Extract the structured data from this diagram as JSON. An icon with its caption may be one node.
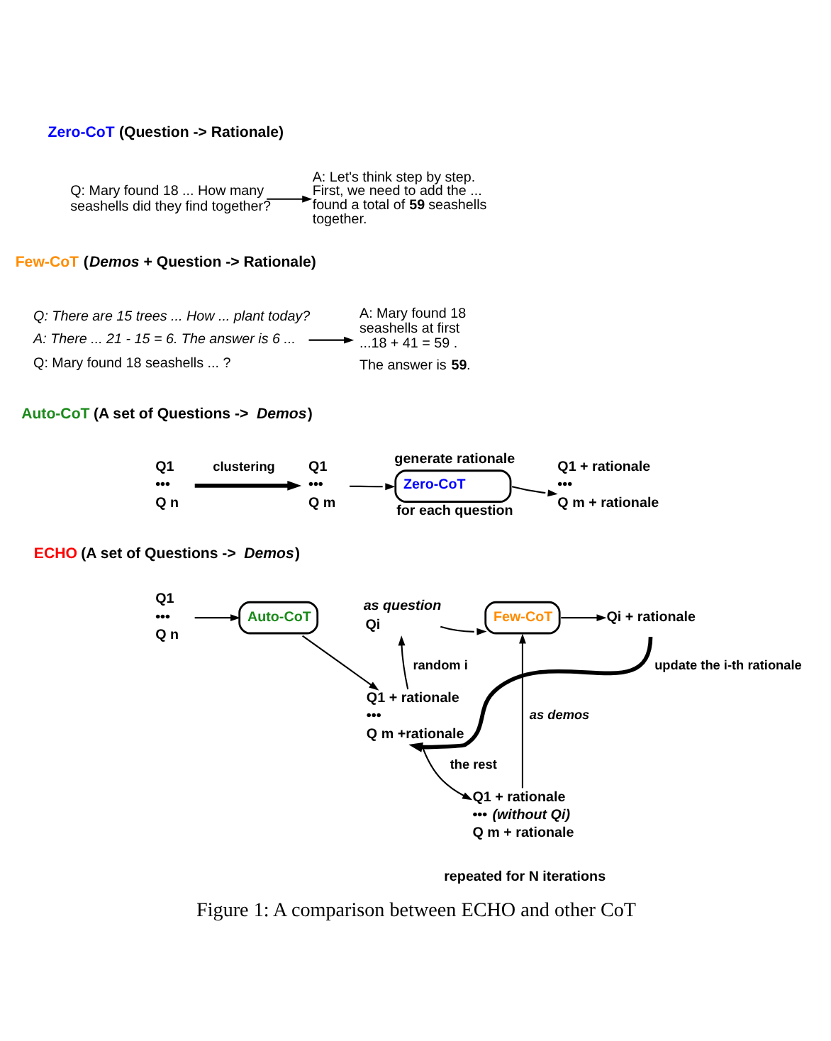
{
  "diagram": {
    "caption": "Figure 1: A comparison between ECHO and other CoT",
    "nodes": [
      {
        "text": [
          "Q: Mary found 18 ... How many seashells did they find together?"
        ]
      },
      {
        "text": [
          "A: Let's think step by step. First, we need to add the ... found a total of **59** seashells together."
        ]
      },
      {
        "text": [
          "Q: There are 15 trees ... How ... plant today?",
          "A: There ... 21 - 15 = 6. The answer is 6 ...",
          "Q: Mary found 18 seashells ... ?"
        ]
      },
      {
        "text": [
          "A: Mary found 18 seashells at first ...18 + 41 = 59 .",
          "The answer is **59**."
        ]
      },
      {
        "text": [
          "Q1",
          "•••",
          "Q n"
        ]
      },
      {
        "text": [
          "Q1",
          "•••",
          "Q m"
        ]
      },
      {
        "text": [
          "Zero-CoT"
        ],
        "beside": [
          "generate rationale",
          "for each question"
        ]
      },
      {
        "text": [
          "Q1 + rationale",
          "•••",
          "Q m + rationale"
        ]
      },
      {
        "text": [
          "Q1",
          "•••",
          "Q n"
        ]
      },
      {
        "text": [
          "Auto-CoT"
        ]
      },
      {
        "text": [
          "Q1 + rationale",
          "•••",
          "Q m +rationale"
        ]
      },
      {
        "text": [
          "Qi"
        ],
        "beside": [
          "as question"
        ]
      },
      {
        "text": [
          "Few-CoT"
        ]
      },
      {
        "text": [
          "Qi + rationale"
        ]
      },
      {
        "text": [
          "Q1 + rationale",
          "••• *(without Qi)*",
          "Q m + rationale"
        ]
      }
    ],
    "edges": [
      {
        "from": 0,
        "to": 1,
        "arrow": "to"
      },
      {
        "from": 2,
        "to": 3,
        "arrow": "to"
      },
      {
        "from": 4,
        "to": 5,
        "arrow": "to",
        "label": "clustering",
        "style": "thick"
      },
      {
        "from": 5,
        "to": 6,
        "arrow": "to"
      },
      {
        "from": 6,
        "to": 7,
        "arrow": "to"
      },
      {
        "from": 8,
        "to": 9,
        "arrow": "to"
      },
      {
        "from": 9,
        "to": 10,
        "arrow": "to"
      },
      {
        "from": 10,
        "to": 11,
        "arrow": "to",
        "label": "random i"
      },
      {
        "from": 11,
        "to": 12,
        "arrow": "to"
      },
      {
        "from": 12,
        "to": 13,
        "arrow": "to"
      },
      {
        "from": 14,
        "to": 12,
        "arrow": "to",
        "label": "as demos"
      },
      {
        "from": 10,
        "to": 14,
        "arrow": "to",
        "label": "the rest"
      },
      {
        "from": 13,
        "to": 10,
        "arrow": "to",
        "label": "update the i-th rationale",
        "style": "thick"
      }
    ],
    "labels": [
      "Zero-CoT",
      "(Question -> Rationale)",
      "Few-CoT",
      "(*Demos* + Question -> Rationale)",
      "Auto-CoT",
      "(A set of Questions -> *Demos*)",
      "ECHO",
      "(A set of Questions -> *Demos*)",
      "repeated for N iterations"
    ]
  }
}
